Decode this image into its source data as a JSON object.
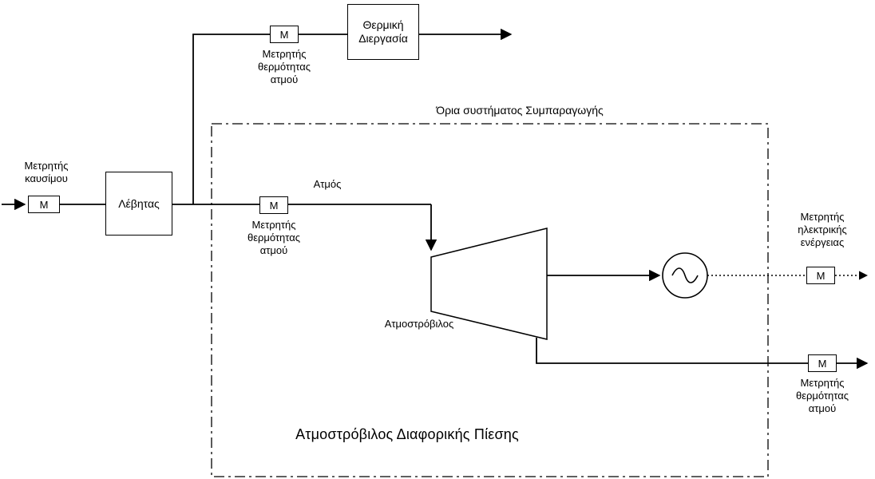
{
  "page": {
    "background": "#ffffff",
    "line_color": "#000000"
  },
  "meters": {
    "symbol": "M",
    "fuel_label": "Μετρητής\nκαυσίμου",
    "steam_heat_top_label": "Μετρητής\nθερμότητας\nατμού",
    "steam_heat_inlet_label": "Μετρητής\nθερμότητας\nατμού",
    "electric_label": "Μετρητής\nηλεκτρικής\nενέργειας",
    "steam_heat_outlet_label": "Μετρητής\nθερμότητας\nατμού"
  },
  "blocks": {
    "boiler_label": "Λέβητας",
    "thermal_process_label": "Θερμική\nΔιεργασία"
  },
  "flow_labels": {
    "steam": "Ατμός"
  },
  "turbine_label": "Ατμοστρόβιλος",
  "boundary_label": "Όρια συστήματος Συμπαραγωγής",
  "system_title": "Ατμοστρόβιλος Διαφορικής Πίεσης"
}
